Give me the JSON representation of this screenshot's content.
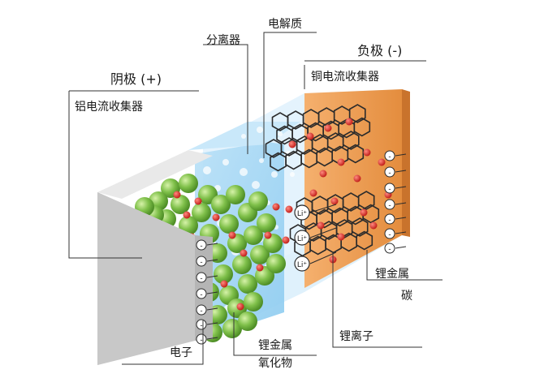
{
  "labels": {
    "separator": "分离器",
    "electrolyte": "电解质",
    "anode": "负极 (-)",
    "copper_collector": "铜电流收集器",
    "cathode": "阴极 (+)",
    "aluminum_collector": "铝电流收集器",
    "lithium_metal_right": "锂金属",
    "carbon": "碳",
    "lithium_ion": "锂离子",
    "electron": "电子",
    "lithium_metal_oxide_line1": "锂金属",
    "lithium_metal_oxide_line2": "氧化物",
    "li_ion_badge": "Li⁺",
    "electron_badge": "-"
  },
  "colors": {
    "aluminum": "#d5d5d5",
    "copper": "#f0a35e",
    "electrolyte": "#cfe9fa",
    "separator": "#9fd3f2",
    "particle": "#7fc04a",
    "ion": "#d9302b",
    "graphene": "#2b2b2b"
  }
}
